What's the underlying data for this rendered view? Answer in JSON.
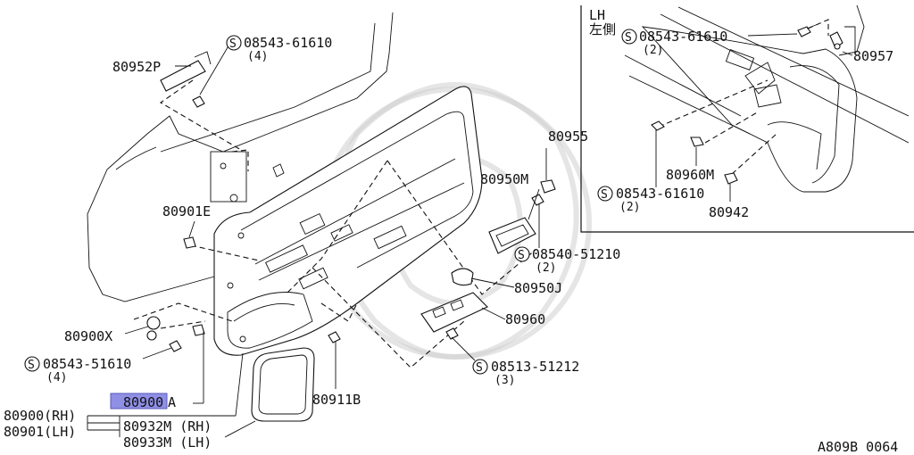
{
  "inset": {
    "side_label": "LH",
    "side_label_jp": "左側",
    "labels": {
      "screw_top": "08543-61610",
      "screw_top_qty": "(2)",
      "clip_top_right": "80957",
      "clip_mid": "80960M",
      "screw_bottom": "08543-61610",
      "screw_bottom_qty": "(2)",
      "clip_bottom": "80942"
    }
  },
  "main": {
    "labels": {
      "screw_top": "08543-61610",
      "screw_top_qty": "(4)",
      "bracket": "80952P",
      "clip_left": "80901E",
      "part_80955": "80955",
      "part_80950M": "80950M",
      "screw_handle": "08540-51210",
      "screw_handle_qty": "(2)",
      "part_80950J": "80950J",
      "part_80960": "80960",
      "part_80900X": "80900X",
      "screw_left": "08543-51610",
      "screw_left_qty": "(4)",
      "screw_bottom": "08513-51212",
      "screw_bottom_qty": "(3)",
      "part_80911B": "80911B",
      "part_80900A_prefix": "80900",
      "part_80900A_suffix": "A",
      "trim_rh": "80900(RH)",
      "trim_lh": "80901(LH)",
      "pocket_rh": "80932M (RH)",
      "pocket_lh": "80933M (LH)"
    }
  },
  "footer": {
    "code": "A809B 0064"
  },
  "symbols": {
    "screw_mark": "S"
  }
}
